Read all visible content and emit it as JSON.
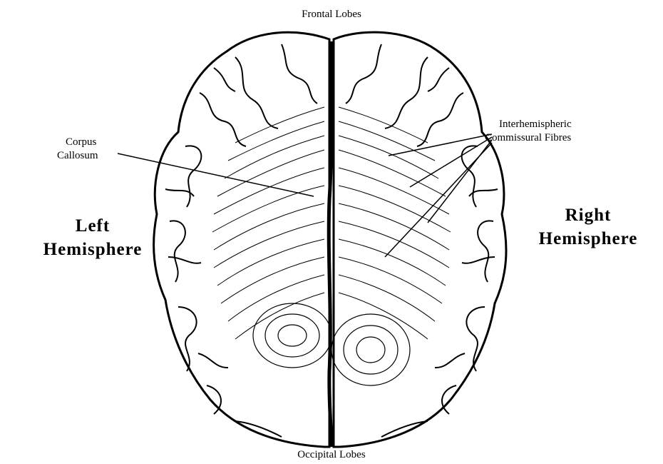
{
  "labels": {
    "top": "Frontal Lobes",
    "bottom": "Occipital Lobes",
    "corpus_line1": "Corpus",
    "corpus_line2": "Callosum",
    "fibres_line1": "Interhemispheric",
    "fibres_line2": "Commissural Fibres",
    "left_line1": "Left",
    "left_line2": "Hemisphere",
    "right_line1": "Right",
    "right_line2": "Hemisphere"
  },
  "colors": {
    "ink": "#000000",
    "paper": "#ffffff"
  }
}
